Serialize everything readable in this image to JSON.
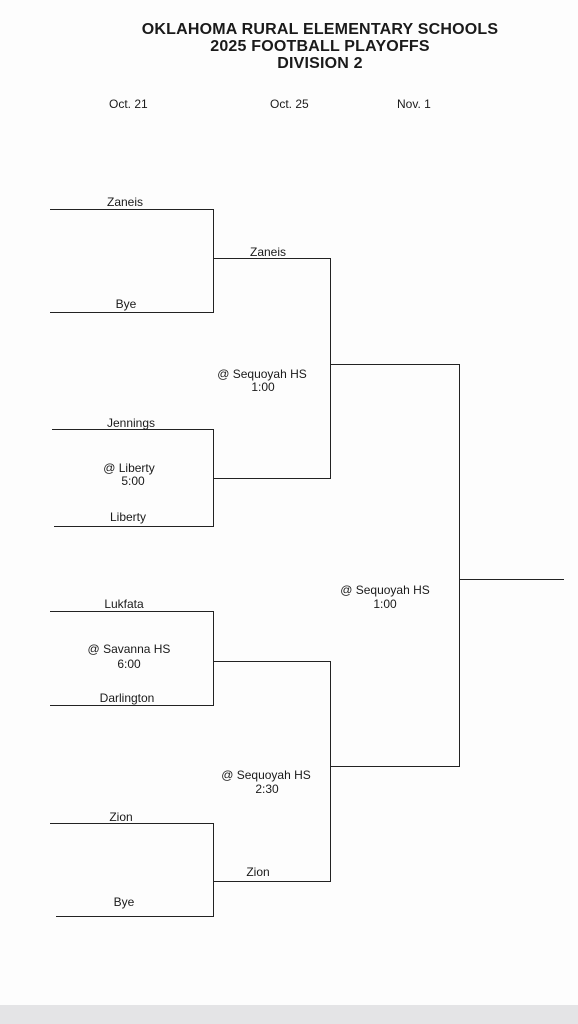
{
  "header": {
    "title_line1": "OKLAHOMA RURAL ELEMENTARY SCHOOLS",
    "title_line2": "2025 FOOTBALL PLAYOFFS",
    "title_line3": "DIVISION 2"
  },
  "dates": {
    "round1": "Oct. 21",
    "round2": "Oct. 25",
    "round3": "Nov. 1"
  },
  "round1": {
    "team1": "Zaneis",
    "team2": "Bye",
    "team3": "Jennings",
    "game2_site": "@ Liberty",
    "game2_time": "5:00",
    "team4": "Liberty",
    "team5": "Lukfata",
    "game3_site": "@ Savanna HS",
    "game3_time": "6:00",
    "team6": "Darlington",
    "team7": "Zion",
    "team8": "Bye"
  },
  "round2": {
    "team1": "Zaneis",
    "game1_site": "@ Sequoyah HS",
    "game1_time": "1:00",
    "game2_site": "@ Sequoyah HS",
    "game2_time": "2:30",
    "team4": "Zion"
  },
  "final": {
    "site": "@ Sequoyah HS",
    "time": "1:00"
  }
}
